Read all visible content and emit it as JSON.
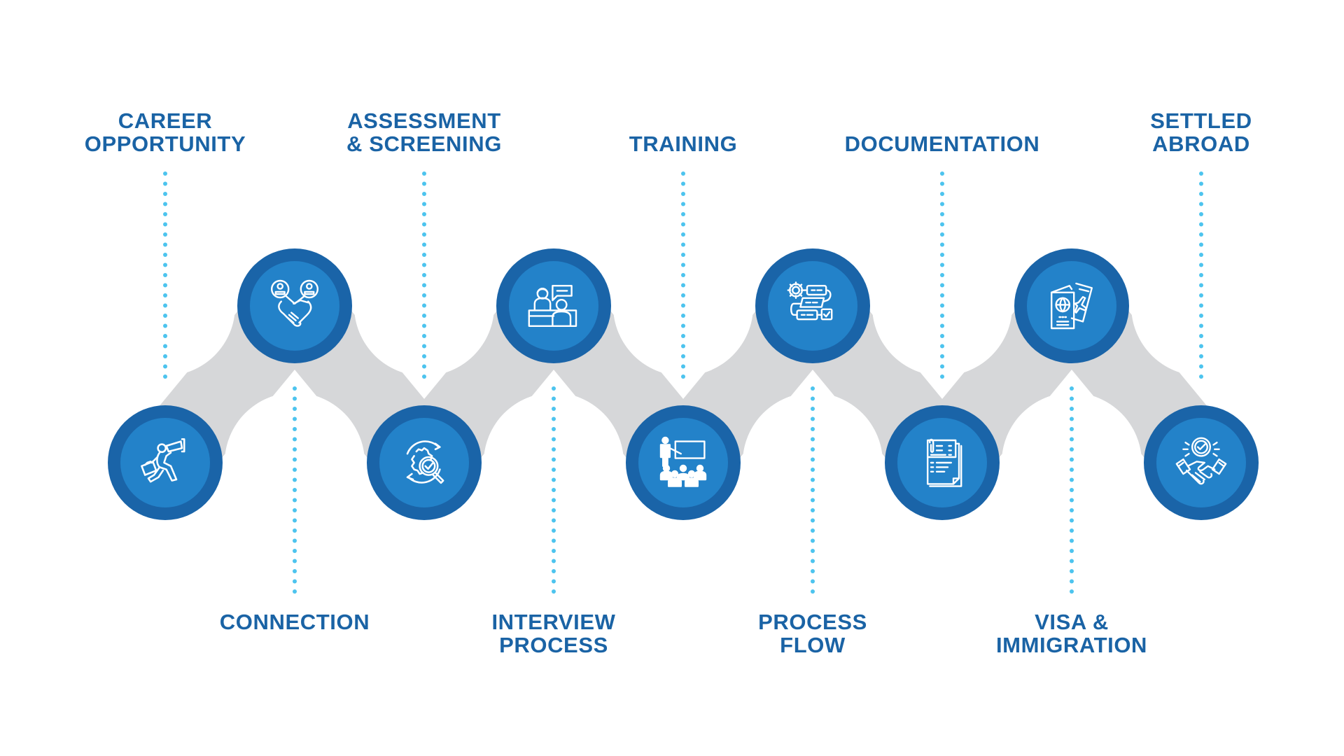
{
  "diagram": {
    "type": "process-timeline",
    "colors": {
      "outer_ring": "#1a64a8",
      "inner_fill": "#2382c9",
      "connector": "#d6d7d9",
      "dots": "#4dc4ee",
      "text": "#1a63a5",
      "icon": "#ffffff"
    },
    "steps": [
      {
        "order": 1,
        "label_lines": [
          "CAREER",
          "OPPORTUNITY"
        ],
        "icon": "job-seeker-telescope-icon",
        "row": "bottom",
        "label_position": "top"
      },
      {
        "order": 2,
        "label_lines": [
          "CONNECTION"
        ],
        "icon": "handshake-people-icon",
        "row": "top",
        "label_position": "bottom"
      },
      {
        "order": 3,
        "label_lines": [
          "ASSESSMENT",
          "& SCREENING"
        ],
        "icon": "gear-magnifier-check-icon",
        "row": "bottom",
        "label_position": "top"
      },
      {
        "order": 4,
        "label_lines": [
          "INTERVIEW",
          "PROCESS"
        ],
        "icon": "interview-desk-icon",
        "row": "top",
        "label_position": "bottom"
      },
      {
        "order": 5,
        "label_lines": [
          "TRAINING"
        ],
        "icon": "presenter-classroom-icon",
        "row": "bottom",
        "label_position": "top"
      },
      {
        "order": 6,
        "label_lines": [
          "PROCESS",
          "FLOW"
        ],
        "icon": "workflow-gear-icon",
        "row": "top",
        "label_position": "bottom"
      },
      {
        "order": 7,
        "label_lines": [
          "DOCUMENTATION"
        ],
        "icon": "documents-paperclip-icon",
        "row": "bottom",
        "label_position": "top"
      },
      {
        "order": 8,
        "label_lines": [
          "VISA &",
          "IMMIGRATION"
        ],
        "icon": "passport-ticket-icon",
        "row": "top",
        "label_position": "bottom"
      },
      {
        "order": 9,
        "label_lines": [
          "SETTLED",
          "ABROAD"
        ],
        "icon": "handshake-badge-icon",
        "row": "bottom",
        "label_position": "top"
      }
    ]
  }
}
